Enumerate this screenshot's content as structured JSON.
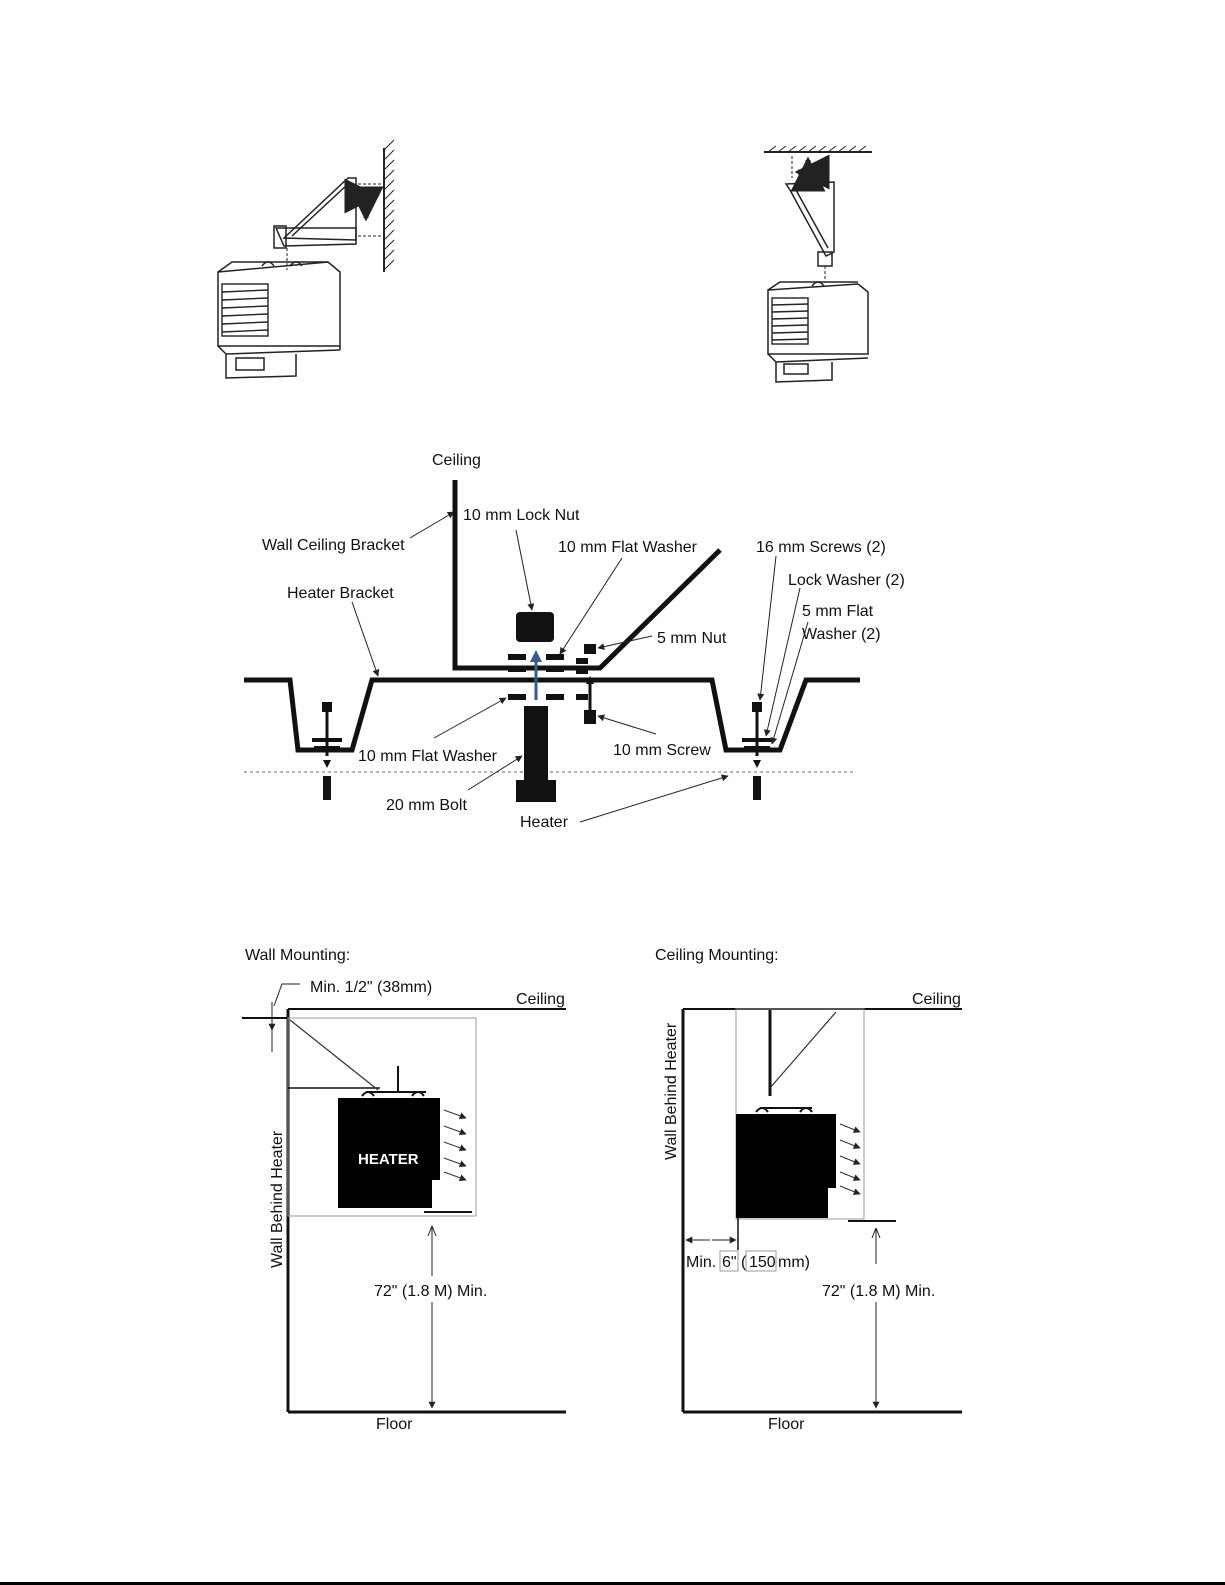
{
  "exploded": {
    "labels": {
      "ceiling": "Ceiling",
      "lock_nut": "10 mm Lock Nut",
      "wall_ceiling_bracket": "Wall Ceiling Bracket",
      "flat_washer_top": "10 mm Flat Washer",
      "screws_16": "16 mm Screws (2)",
      "lock_washer": "Lock Washer (2)",
      "heater_bracket": "Heater Bracket",
      "flat_washer_5_line1": "5 mm Flat",
      "flat_washer_5_line2": "Washer (2)",
      "nut_5": "5 mm Nut",
      "flat_washer_bottom": "10 mm Flat Washer",
      "screw_10": "10 mm Screw",
      "bolt_20": "20 mm Bolt",
      "heater": "Heater"
    }
  },
  "wall_mounting": {
    "title": "Wall Mounting:",
    "min_clearance": "Min. 1/2\" (38mm)",
    "ceiling": "Ceiling",
    "wall": "Wall Behind Heater",
    "heater": "HEATER",
    "height": "72\" (1.8 M) Min.",
    "floor": "Floor"
  },
  "ceiling_mounting": {
    "title": "Ceiling Mounting:",
    "ceiling": "Ceiling",
    "wall": "Wall Behind Heater",
    "min_prefix": "Min.",
    "min_inches": "6\"",
    "min_mm": "150",
    "min_suffix": "mm)",
    "height": "72\" (1.8 M) Min.",
    "floor": "Floor"
  }
}
